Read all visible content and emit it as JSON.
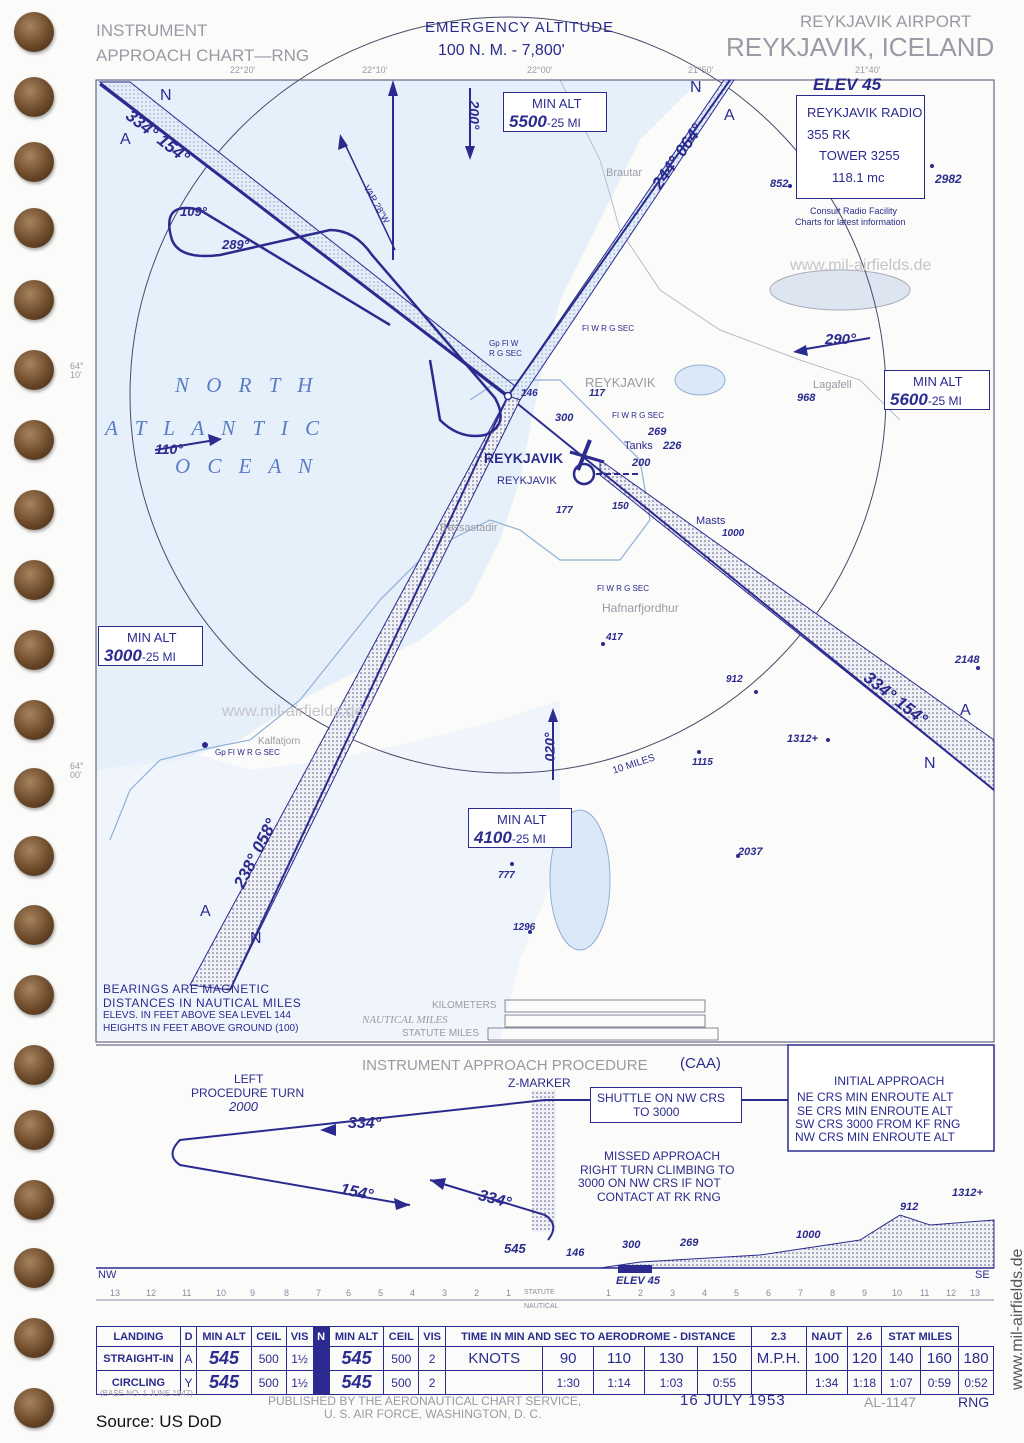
{
  "header": {
    "left_line1": "INSTRUMENT",
    "left_line2": "APPROACH CHART—RNG",
    "emergency_title": "EMERGENCY ALTITUDE",
    "emergency_value": "100 N. M. - 7,800'",
    "airport_line1": "REYKJAVIK AIRPORT",
    "airport_line2": "REYKJAVIK, ICELAND"
  },
  "info_box": {
    "elev": "ELEV 45",
    "radio": "REYKJAVIK RADIO",
    "freq_rk": "355 RK",
    "tower": "TOWER 3255",
    "mc": "118.1 mc",
    "note1": "Consult Radio Facility",
    "note2": "Charts for latest information"
  },
  "min_alt_boxes": [
    {
      "label": "MIN ALT",
      "value": "5500",
      "suffix": "-25 MI"
    },
    {
      "label": "MIN ALT",
      "value": "5600",
      "suffix": "-25 MI"
    },
    {
      "label": "MIN ALT",
      "value": "3000",
      "suffix": "-25 MI"
    },
    {
      "label": "MIN ALT",
      "value": "4100",
      "suffix": "-25 MI"
    }
  ],
  "map": {
    "ocean": [
      "N O R T H",
      "A T L A N T I C",
      "O C E A N"
    ],
    "courses": {
      "nw": "334° 154°",
      "ne": "244° 064°",
      "se": "334° 154°",
      "sw": "238° 058°"
    },
    "headings": {
      "h200": "200°",
      "h109": "109°",
      "h289": "289°",
      "h110": "110°",
      "h290": "290°",
      "h020": "020°"
    },
    "var": "VAR 28°W",
    "place_reykjavik_upper": "REYKJAVIK",
    "place_reykjavik_airport": "REYKJAVIK",
    "place_reykjavik_town": "REYKJAVIK",
    "place_hafnar": "Hafnarfjordhur",
    "place_lagafell": "Lagafell",
    "place_bessast": "Bessastadir",
    "place_brautar": "Brautar",
    "place_kalfatjorn": "Kalfatjorn",
    "masts": "Masts",
    "tanks": "Tanks",
    "ten_miles": "10 MILES",
    "lights": [
      "Gp Fl W",
      "R G SEC",
      "FI W R G SEC",
      "FI W R G SEC",
      "FI W R G SEC",
      "Gp FI W R G SEC"
    ],
    "elevations": [
      "852",
      "2982",
      "968",
      "146",
      "117",
      "300",
      "269",
      "226",
      "200",
      "177",
      "150",
      "1000",
      "417",
      "912",
      "2148",
      "1312+",
      "1115",
      "2037",
      "777",
      "1296"
    ],
    "letters": [
      "N",
      "A",
      "A",
      "N",
      "A",
      "N",
      "A",
      "N"
    ],
    "grid_lon": [
      "22°20'",
      "22°10'",
      "22°00'",
      "21°50'",
      "21°40'"
    ],
    "grid_lat": [
      "64° 10'",
      "64° 00'"
    ],
    "watermark": "www.mil-airfields.de"
  },
  "notes": {
    "n1": "BEARINGS ARE MAGNETIC",
    "n2": "DISTANCES IN NAUTICAL MILES",
    "n3": "ELEVS. IN FEET ABOVE SEA LEVEL 144",
    "n4": "HEIGHTS IN FEET ABOVE GROUND (100)"
  },
  "scales": {
    "km": "KILOMETERS",
    "naut": "NAUTICAL MILES",
    "stat": "STATUTE MILES"
  },
  "procedure": {
    "title": "INSTRUMENT APPROACH PROCEDURE",
    "caa": "(CAA)",
    "left_turn": "LEFT",
    "proc_turn": "PROCEDURE TURN",
    "turn_alt": "2000",
    "z_marker": "Z-MARKER",
    "shuttle1": "SHUTTLE ON NW CRS",
    "shuttle2": "TO 3000",
    "ia_title": "INITIAL APPROACH",
    "ia1": "NE CRS MIN ENROUTE ALT",
    "ia2": "SE CRS MIN ENROUTE ALT",
    "ia3": "SW CRS 3000 FROM KF RNG",
    "ia4": "NW CRS MIN ENROUTE ALT",
    "missed1": "MISSED APPROACH",
    "missed2": "RIGHT TURN CLIMBING TO",
    "missed3": "3000 ON NW CRS IF NOT",
    "missed4": "CONTACT AT RK RNG",
    "c334a": "334°",
    "c154": "154°",
    "c334b": "334°",
    "p545": "545",
    "p146": "146",
    "p300": "300",
    "p269": "269",
    "p1000": "1000",
    "p912": "912",
    "p1312": "1312+",
    "elev45": "ELEV 45",
    "nw": "NW",
    "se": "SE",
    "scale_left": [
      "13",
      "12",
      "11",
      "10",
      "9",
      "8",
      "7",
      "6",
      "5",
      "4",
      "3",
      "2",
      "1"
    ],
    "scale_right": [
      "1",
      "2",
      "3",
      "4",
      "5",
      "6",
      "7",
      "8",
      "9",
      "10",
      "11",
      "12",
      "13"
    ],
    "statute": "STATUTE",
    "nautical": "NAUTICAL"
  },
  "minimums": {
    "h": [
      "LANDING",
      "D",
      "MIN ALT",
      "CEIL",
      "VIS",
      "N",
      "MIN ALT",
      "CEIL",
      "VIS"
    ],
    "straight": [
      "STRAIGHT-IN",
      "A",
      "545",
      "500",
      "1½",
      "545",
      "500",
      "2"
    ],
    "circling": [
      "CIRCLING",
      "Y",
      "545",
      "500",
      "1½",
      "545",
      "500",
      "2"
    ],
    "time_title": "TIME IN MIN AND SEC TO AERODROME - DISTANCE",
    "dist_naut": "2.3",
    "naut": "NAUT",
    "dist_stat": "2.6",
    "stat": "STAT MILES",
    "knots": "KNOTS",
    "knot_speeds": [
      "90",
      "110",
      "130",
      "150"
    ],
    "mph": "M.P.H.",
    "mph_speeds": [
      "100",
      "120",
      "140",
      "160",
      "180"
    ],
    "knot_s": [
      "1:30",
      "1:14",
      "1:03",
      "0:55"
    ],
    "mph_s": [
      "1:34",
      "1:18",
      "1:07",
      "0:59",
      "0:52"
    ]
  },
  "footer": {
    "base": "(BASE NO. 1 JUNE 1947)",
    "pub1": "PUBLISHED BY THE AERONAUTICAL CHART SERVICE,",
    "pub2": "U. S. AIR FORCE, WASHINGTON, D. C.",
    "date": "16 JULY 1953",
    "code": "AL-1147",
    "rng": "RNG",
    "source": "Source: US DoD",
    "side_watermark": "www.mil-airfields.de"
  }
}
